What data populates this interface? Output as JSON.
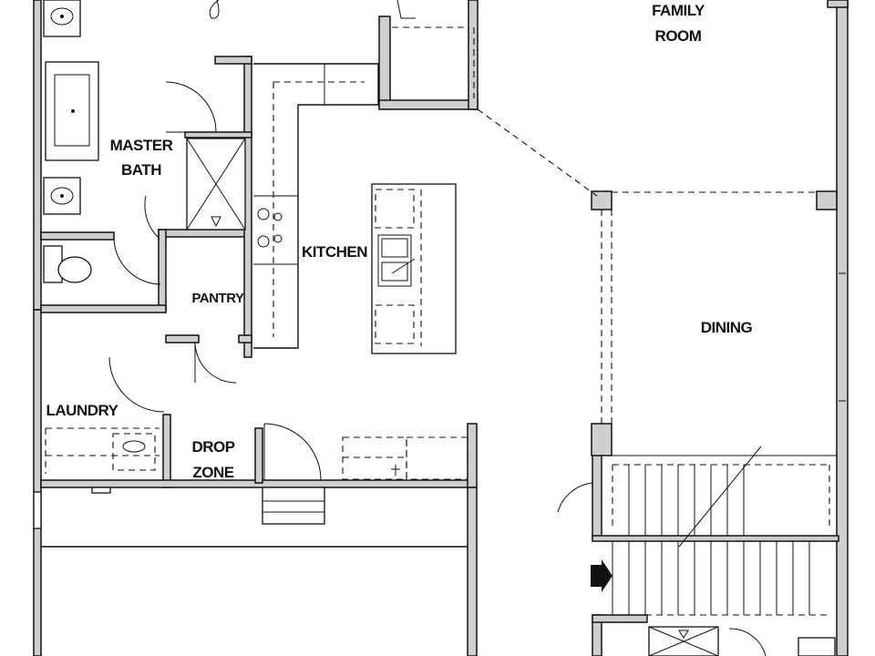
{
  "rooms": {
    "family": [
      "FAMILY",
      "ROOM"
    ],
    "master_bath": [
      "MASTER",
      "BATH"
    ],
    "kitchen": "KITCHEN",
    "pantry": "PANTRY",
    "dining": "DINING",
    "laundry": "LAUNDRY",
    "drop_zone": [
      "DROP",
      "ZONE"
    ]
  },
  "icons": [
    "entry-arrow-icon",
    "sink-icon",
    "toilet-icon",
    "cooktop-icon",
    "shower-icon",
    "washer-dryer-icon"
  ]
}
